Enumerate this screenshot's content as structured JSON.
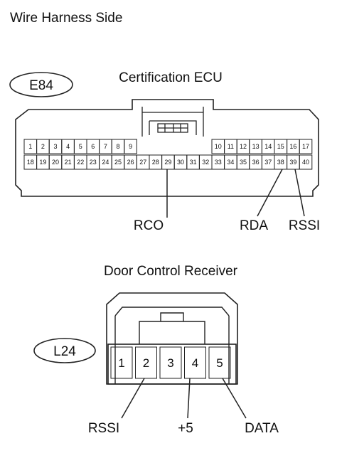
{
  "page_title": "Wire Harness Side",
  "connector_e84": {
    "id": "E84",
    "title": "Certification ECU",
    "row1": [
      "1",
      "2",
      "3",
      "4",
      "5",
      "6",
      "7",
      "8",
      "9",
      "",
      "",
      "",
      "",
      "",
      "",
      "",
      "10",
      "11",
      "12",
      "13",
      "14",
      "15",
      "16",
      "17"
    ],
    "row2": [
      "18",
      "19",
      "20",
      "21",
      "22",
      "23",
      "24",
      "25",
      "26",
      "27",
      "28",
      "29",
      "30",
      "31",
      "32",
      "33",
      "34",
      "35",
      "36",
      "37",
      "38",
      "39",
      "40"
    ],
    "callouts": [
      {
        "label": "RCO",
        "pin": "29"
      },
      {
        "label": "RDA",
        "pin": "38"
      },
      {
        "label": "RSSI",
        "pin": "39"
      }
    ]
  },
  "connector_l24": {
    "id": "L24",
    "title": "Door Control Receiver",
    "pins": [
      "1",
      "2",
      "3",
      "4",
      "5"
    ],
    "callouts": [
      {
        "label": "RSSI",
        "pin": "2"
      },
      {
        "label": "+5",
        "pin": "4"
      },
      {
        "label": "DATA",
        "pin": "5"
      }
    ]
  }
}
